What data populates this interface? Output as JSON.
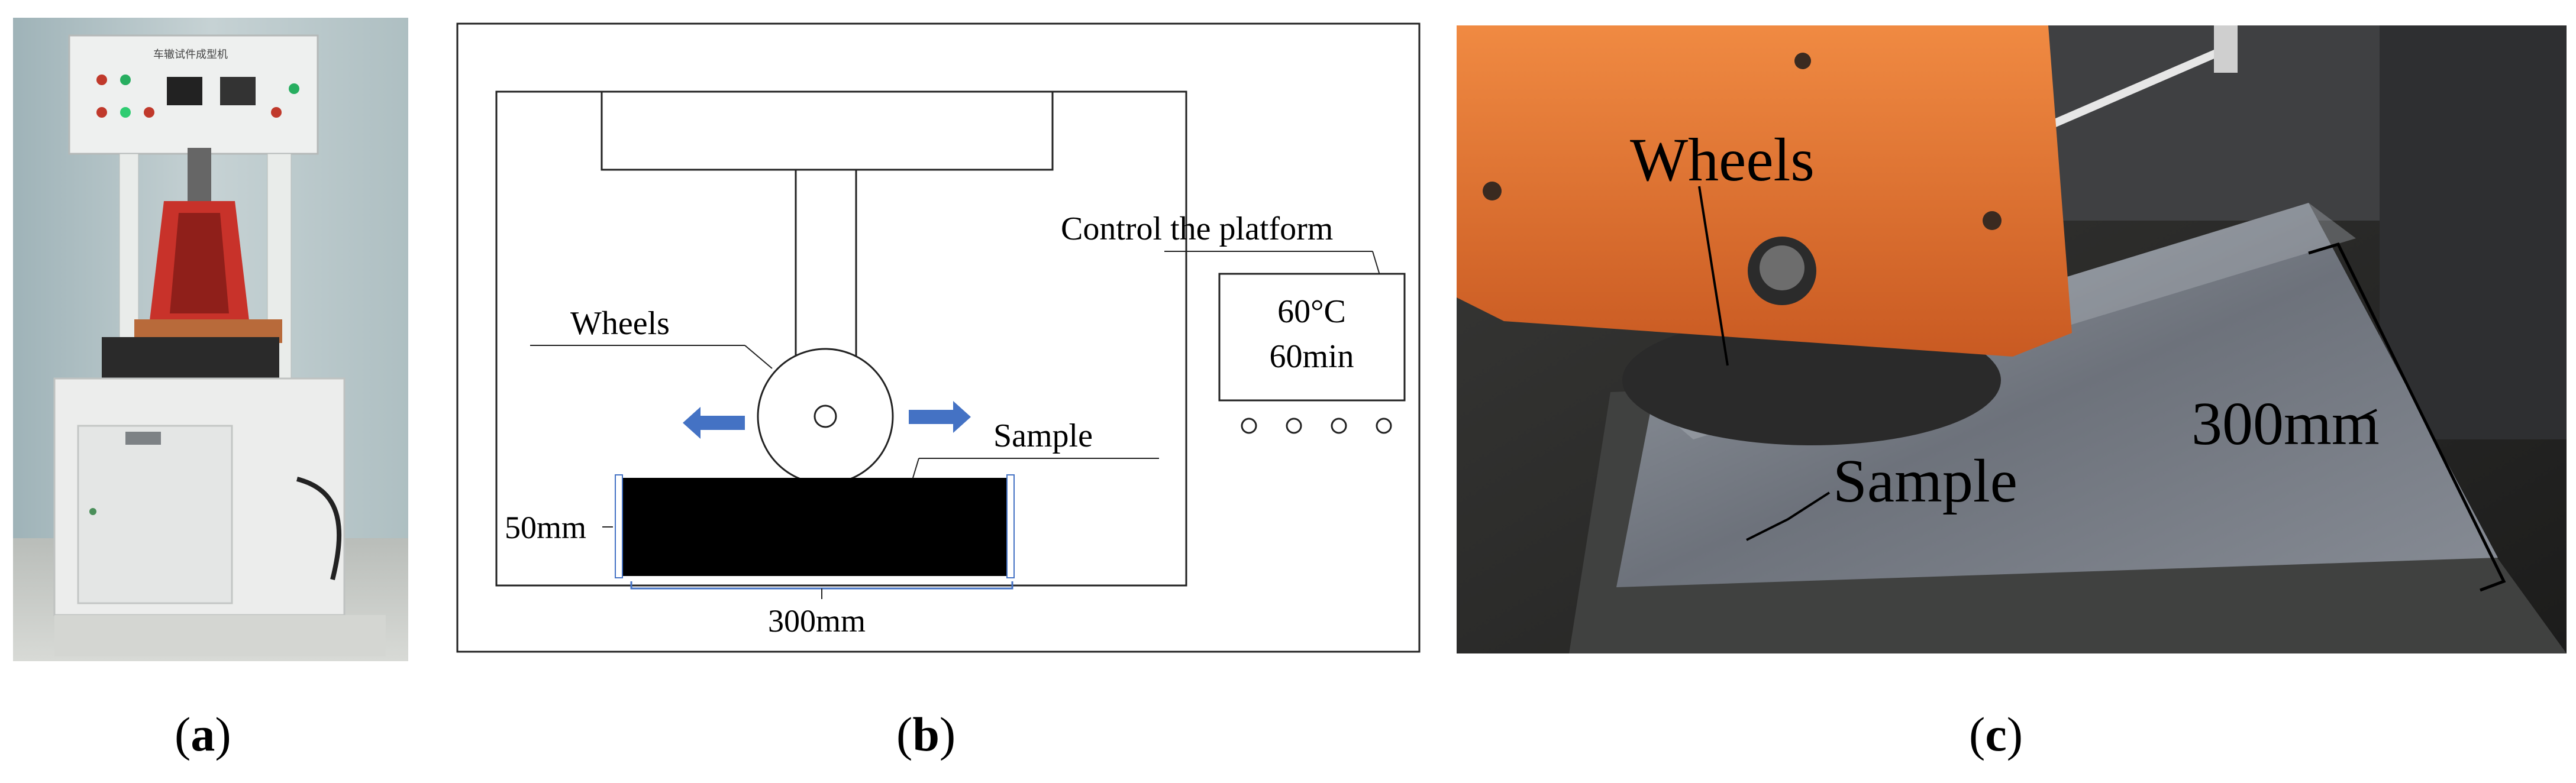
{
  "figure": {
    "panel_a": {
      "caption_letter": "a",
      "machine_header": "车辙试件成型机",
      "photo_description": "wheel tracking test machine photo"
    },
    "panel_b": {
      "caption_letter": "b",
      "label_control": "Control the platform",
      "label_temp": "60°C",
      "label_time": "60min",
      "label_wheels": "Wheels",
      "label_sample": "Sample",
      "label_thickness": "50mm",
      "label_length": "300mm",
      "arrow_color": "#4472c4"
    },
    "panel_c": {
      "caption_letter": "c",
      "label_wheels": "Wheels",
      "label_sample": "Sample",
      "label_length": "300mm",
      "plate_color": "#e06a2a"
    }
  }
}
